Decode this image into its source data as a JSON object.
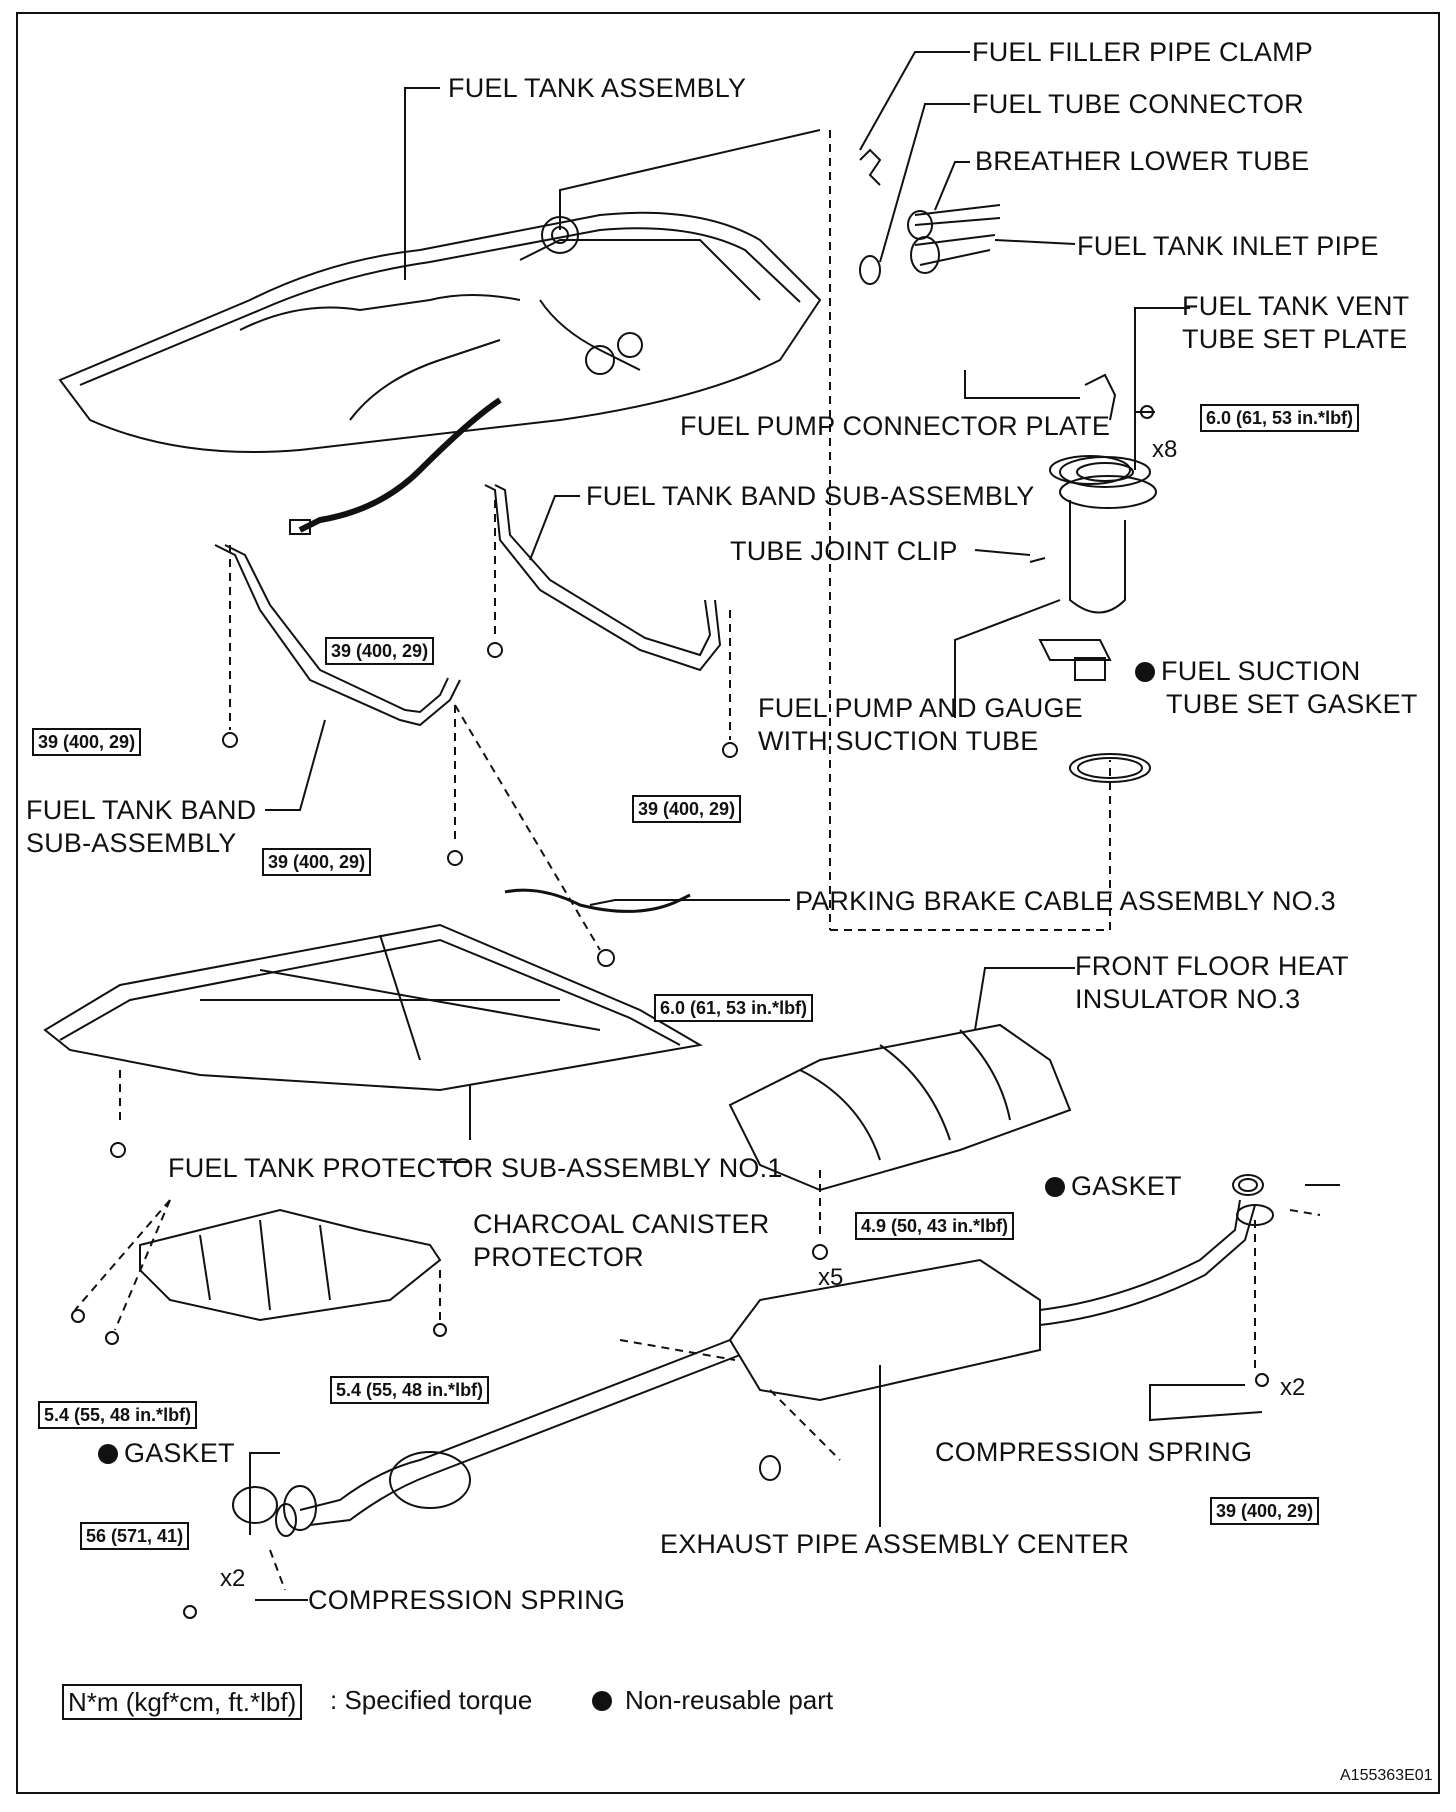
{
  "labels": {
    "fuel_filler_pipe_clamp": "FUEL FILLER PIPE CLAMP",
    "fuel_tube_connector": "FUEL TUBE CONNECTOR",
    "breather_lower_tube": "BREATHER LOWER TUBE",
    "fuel_tank_inlet_pipe": "FUEL TANK INLET PIPE",
    "fuel_tank_assembly": "FUEL TANK ASSEMBLY",
    "fuel_tank_vent_tube_set_plate_1": "FUEL TANK VENT",
    "fuel_tank_vent_tube_set_plate_2": "TUBE SET PLATE",
    "fuel_pump_connector_plate": "FUEL PUMP CONNECTOR PLATE",
    "fuel_tank_band_sub_assembly_right": "FUEL TANK BAND SUB-ASSEMBLY",
    "tube_joint_clip": "TUBE JOINT CLIP",
    "fuel_suction_tube_set_gasket_1": "FUEL SUCTION",
    "fuel_suction_tube_set_gasket_2": "TUBE SET GASKET",
    "fuel_pump_and_gauge_1": "FUEL PUMP AND GAUGE",
    "fuel_pump_and_gauge_2": "WITH SUCTION TUBE",
    "fuel_tank_band_sub_assembly_left_1": "FUEL TANK BAND",
    "fuel_tank_band_sub_assembly_left_2": "SUB-ASSEMBLY",
    "parking_brake_cable": "PARKING BRAKE CABLE ASSEMBLY NO.3",
    "front_floor_heat_insulator_1": "FRONT FLOOR HEAT",
    "front_floor_heat_insulator_2": "INSULATOR NO.3",
    "fuel_tank_protector": "FUEL TANK PROTECTOR SUB-ASSEMBLY NO.1",
    "gasket_upper": "GASKET",
    "charcoal_canister_protector_1": "CHARCOAL CANISTER",
    "charcoal_canister_protector_2": "PROTECTOR",
    "compression_spring_right": "COMPRESSION SPRING",
    "gasket_lower": "GASKET",
    "exhaust_pipe_assembly_center": "EXHAUST PIPE ASSEMBLY CENTER",
    "compression_spring_left": "COMPRESSION SPRING"
  },
  "torques": {
    "vent_plate": "6.0 (61, 53 in.*lbf)",
    "band_center": "39 (400, 29)",
    "band_left": "39 (400, 29)",
    "band_right": "39 (400, 29)",
    "band_lower_left": "39 (400, 29)",
    "parking_brake": "6.0 (61, 53 in.*lbf)",
    "heat_insulator": "4.9 (50, 43 in.*lbf)",
    "canister_left": "5.4 (55, 48 in.*lbf)",
    "canister_right": "5.4 (55, 48 in.*lbf)",
    "exhaust_right": "39 (400, 29)",
    "exhaust_left": "56 (571, 41)"
  },
  "quantities": {
    "vent_plate": "x8",
    "heat_insulator": "x5",
    "spring_right": "x2",
    "spring_left": "x2"
  },
  "legend": {
    "torque_unit": "N*m (kgf*cm, ft.*lbf)",
    "torque_text": ": Specified torque",
    "non_reusable_text": "Non-reusable part"
  },
  "figure_id": "A155363E01",
  "colors": {
    "ink": "#111111",
    "background": "#ffffff"
  }
}
